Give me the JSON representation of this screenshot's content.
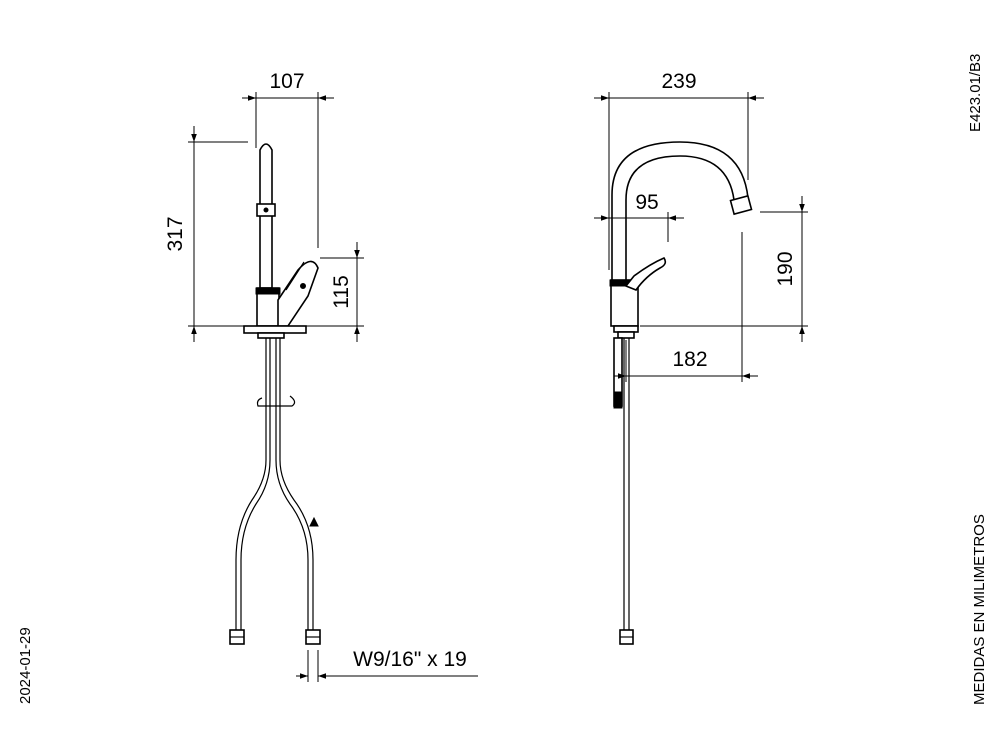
{
  "drawing": {
    "code": "E423.01/B3",
    "date": "2024-01-29",
    "units_note": "MEDIDAS EN MILIMETROS",
    "front_view": {
      "width_dim": "107",
      "height_dim": "317",
      "handle_height_dim": "115",
      "connection_dim": "W9/16\" x 19"
    },
    "side_view": {
      "reach_dim": "239",
      "handle_offset_dim": "95",
      "spout_height_dim": "190",
      "spout_reach_dim": "182"
    }
  }
}
